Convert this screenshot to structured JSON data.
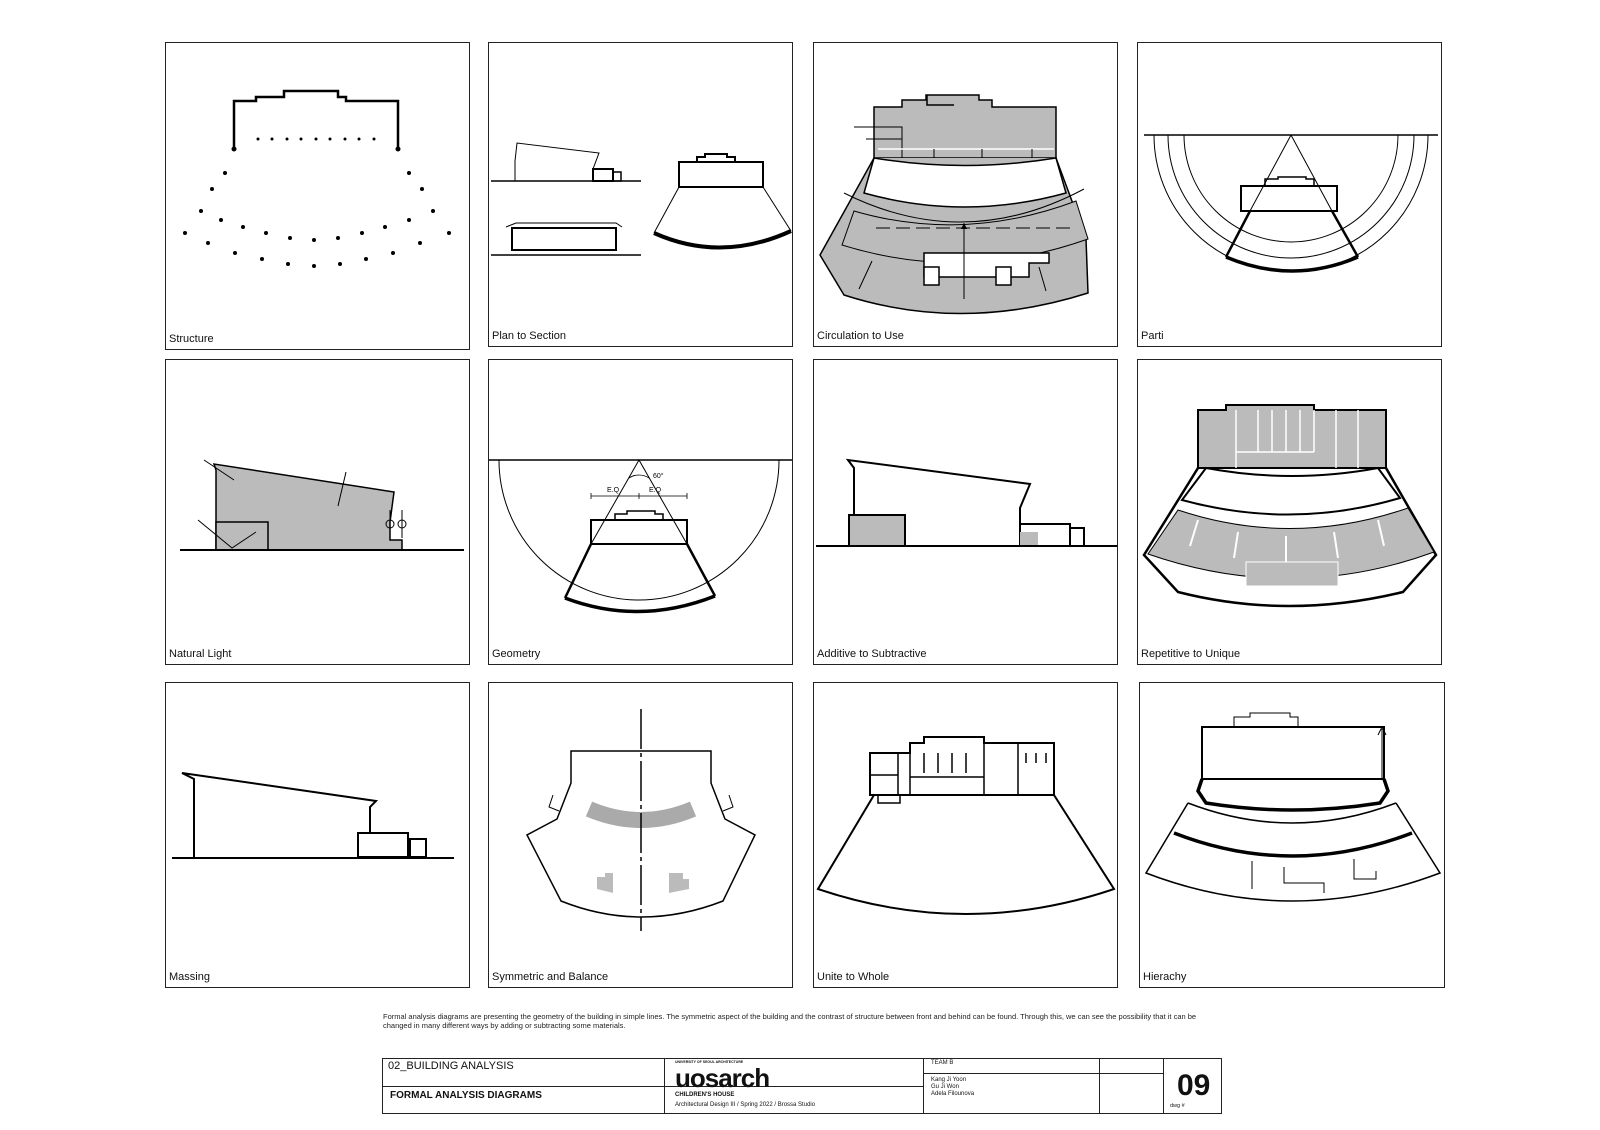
{
  "panels": [
    {
      "label": "Structure"
    },
    {
      "label": "Plan to Section"
    },
    {
      "label": "Circulation to Use"
    },
    {
      "label": "Parti"
    },
    {
      "label": "Natural Light"
    },
    {
      "label": "Geometry"
    },
    {
      "label": "Additive to Subtractive"
    },
    {
      "label": "Repetitive to Unique"
    },
    {
      "label": "Massing"
    },
    {
      "label": "Symmetric and Balance"
    },
    {
      "label": "Unite to Whole"
    },
    {
      "label": "Hierachy"
    }
  ],
  "geometry_annotations": {
    "angle": "60°",
    "eq_left": "E.Q",
    "eq_right": "E.Q"
  },
  "description": "Formal analysis diagrams are presenting the geometry of the building in simple lines. The symmetric aspect of the building and the contrast of structure between front and behind can be found. Through this, we can see the possibility that it can be changed in many different ways by adding or subtracting some materials.",
  "title_block": {
    "section": "02_BUILDING ANALYSIS",
    "title": "FORMAL ANALYSIS DIAGRAMS",
    "logo_small": "UNIVERSITY OF SEOUL ARCHITECTURE",
    "logo": "uosarch",
    "project": "CHILDREN'S HOUSE",
    "course": "Architectural Design III / Spring 2022 / Brossa Studio",
    "team": "TEAM B",
    "members": [
      "Kang Ji Yoon",
      "Gu Ji Won",
      "Adela Filounova"
    ],
    "dwg_number": "09",
    "dwg_label": "dwg #"
  }
}
